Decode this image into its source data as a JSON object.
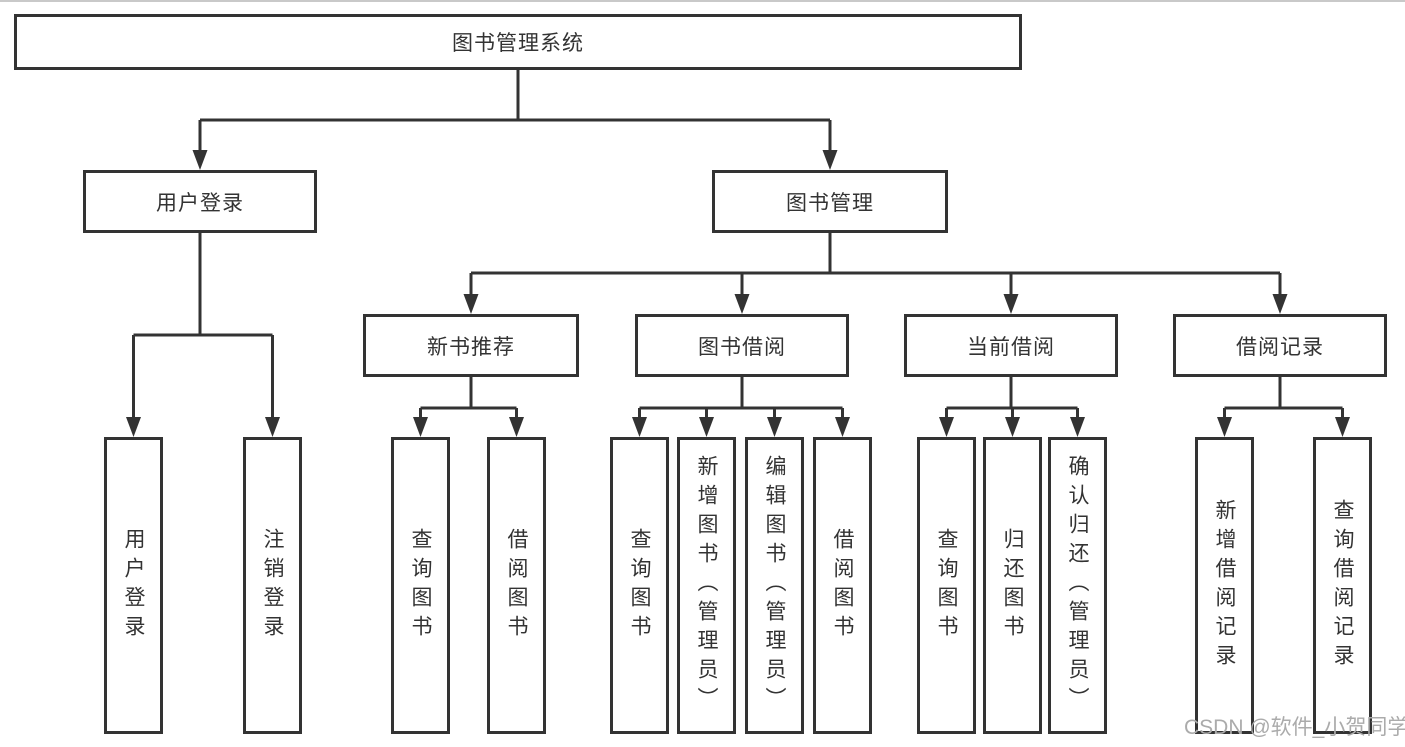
{
  "tree": {
    "root": "图书管理系统",
    "children": [
      {
        "label": "用户登录",
        "children": [
          {
            "label": "用户登录"
          },
          {
            "label": "注销登录"
          }
        ]
      },
      {
        "label": "图书管理",
        "children": [
          {
            "label": "新书推荐",
            "children": [
              {
                "label": "查询图书"
              },
              {
                "label": "借阅图书"
              }
            ]
          },
          {
            "label": "图书借阅",
            "children": [
              {
                "label": "查询图书"
              },
              {
                "label": "新增图书（管理员）"
              },
              {
                "label": "编辑图书（管理员）"
              },
              {
                "label": "借阅图书"
              }
            ]
          },
          {
            "label": "当前借阅",
            "children": [
              {
                "label": "查询图书"
              },
              {
                "label": "归还图书"
              },
              {
                "label": "确认归还（管理员）"
              }
            ]
          },
          {
            "label": "借阅记录",
            "children": [
              {
                "label": "新增借阅记录"
              },
              {
                "label": "查询借阅记录"
              }
            ]
          }
        ]
      }
    ]
  },
  "watermark": "CSDN @软件_小贺同学",
  "colors": {
    "line": "#333333",
    "box_border": "#333333",
    "text": "#333333",
    "background": "#ffffff",
    "watermark": "#ababab",
    "top_edge": "#c9c9c9"
  }
}
